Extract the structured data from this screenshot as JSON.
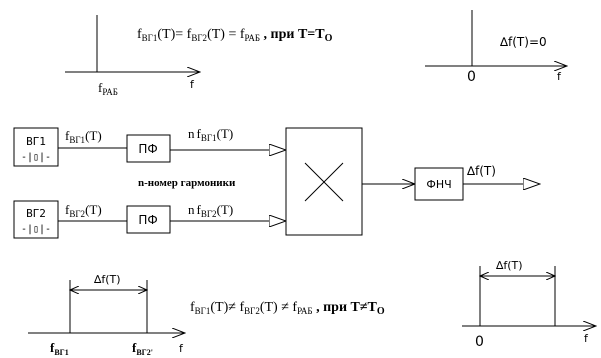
{
  "top": {
    "cond_f1": "f",
    "cond_f1_sub": "ВГ1",
    "cond_T1": "(T)= ",
    "cond_f2": "f",
    "cond_f2_sub": "ВГ2",
    "cond_T2": "(T) = ",
    "cond_f3": "f",
    "cond_f3_sub": "РАБ",
    "cond_tail": " , при T=T",
    "cond_tail_sub": "O",
    "left_axis_f": "f",
    "left_axis_f_sub": "РАБ",
    "left_axis_label": "f",
    "right_axis_label": "f",
    "right_zero": "0",
    "right_delta": "∆f(T)=0"
  },
  "blocks": {
    "gen1": "ВГ1",
    "gen1_crystal": "-|▯|-",
    "gen2": "ВГ2",
    "gen2_crystal": "-|▯|-",
    "filter1": "ПФ",
    "filter2": "ПФ",
    "lpf": "ФНЧ",
    "mixer_symbol": "×"
  },
  "signals": {
    "sig1_f": "f",
    "sig1_sub": "ВГ1",
    "sig1_T": "(T)",
    "sig1_out_n": "n",
    "sig1_out_f": "f",
    "sig1_out_sub": "ВГ1",
    "sig1_out_T": "(T)",
    "harmonic_note": "n-номер гармоники",
    "sig2_f": "f",
    "sig2_sub": "ВГ2",
    "sig2_T": "(T)",
    "sig2_out_n": "n",
    "sig2_out_f": "f",
    "sig2_out_sub": "ВГ2",
    "sig2_out_T": "(T)",
    "out_label": "∆f(T)"
  },
  "bottom": {
    "delta_left": "∆f(T)",
    "f1_label": "f",
    "f1_sub": "ВГ1",
    "f2_label": "f",
    "f2_sub": "ВГ2'",
    "axis_f": "f",
    "cond_a": "f",
    "cond_a_sub": "ВГ1",
    "cond_a_T": "(T)≠ ",
    "cond_b": "f",
    "cond_b_sub": "ВГ2",
    "cond_b_T": "(T) ≠ ",
    "cond_c": "f",
    "cond_c_sub": "РАБ",
    "cond_tail": " , при T≠T",
    "cond_tail_sub": "O",
    "delta_right": "∆f(T)",
    "zero": "0",
    "axis_f_right": "f"
  }
}
